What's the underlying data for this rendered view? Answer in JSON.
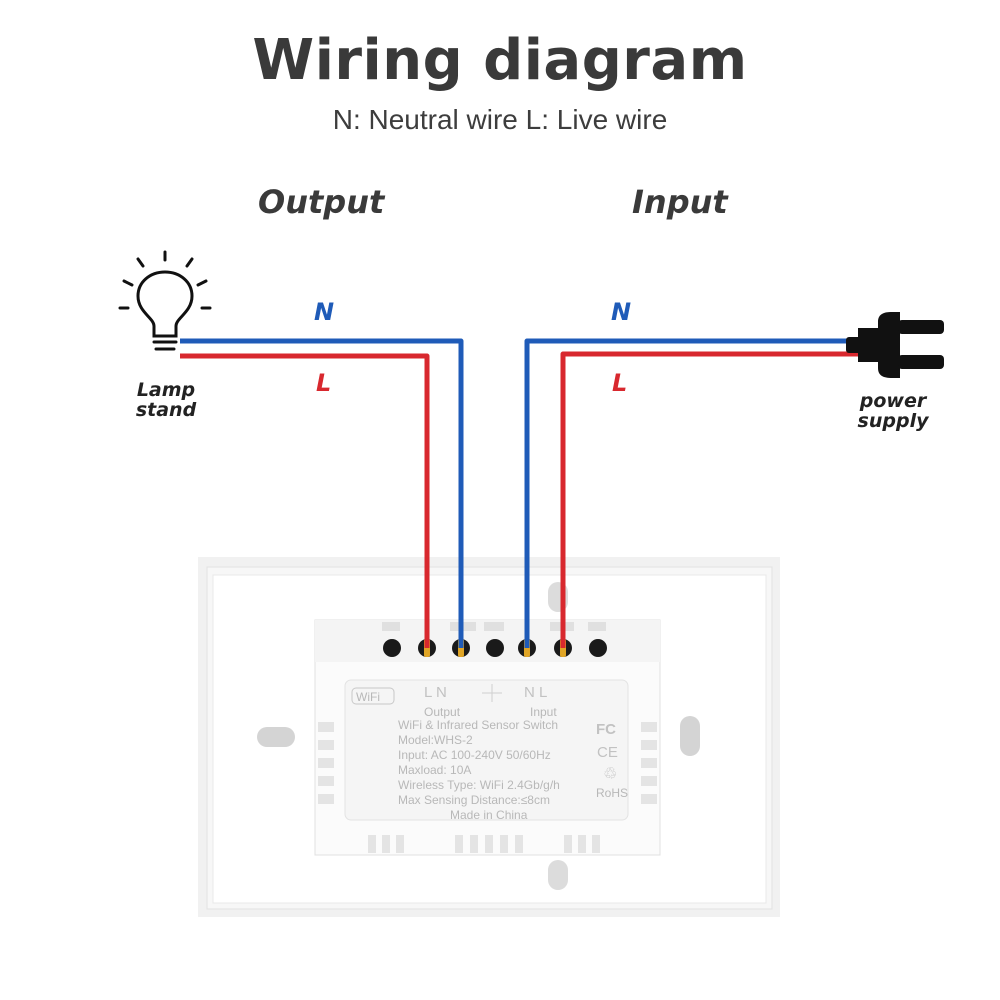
{
  "title": "Wiring diagram",
  "subtitle": "N: Neutral wire  L: Live wire",
  "sections": {
    "output": "Output",
    "input": "Input"
  },
  "wire_labels": {
    "left_n": "N",
    "left_l": "L",
    "right_n": "N",
    "right_l": "L"
  },
  "devices": {
    "lamp_line1": "Lamp",
    "lamp_line2": "stand",
    "power_line1": "power",
    "power_line2": "supply"
  },
  "switch_label": {
    "wifi_badge": "WiFi",
    "terminals_output": "L  N",
    "terminals_input": "N  L",
    "output": "Output",
    "input": "Input",
    "lines": [
      "WiFi & Infrared Sensor Switch",
      "Model:WHS-2",
      "Input:  AC 100-240V 50/60Hz",
      "Maxload: 10A",
      "Wireless Type: WiFi 2.4Gb/g/h",
      "Max Sensing Distance:≤8cm",
      "Made in China"
    ],
    "fc": "FC",
    "ce": "CE",
    "rohs": "RoHS"
  },
  "colors": {
    "neutral": "#1f5bb8",
    "live": "#d8282e",
    "title": "#3a3a3a",
    "terminal": "#e0a526"
  }
}
